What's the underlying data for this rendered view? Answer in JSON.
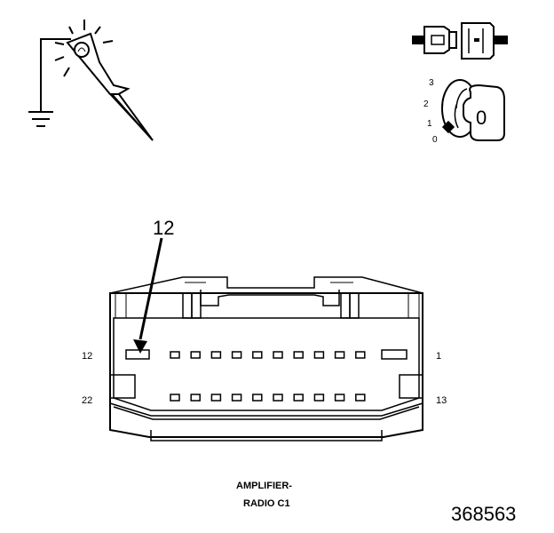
{
  "connector": {
    "callout": "12",
    "pin_left_top": "12",
    "pin_right_top": "1",
    "pin_left_bottom": "22",
    "pin_right_bottom": "13"
  },
  "caption": {
    "line1": "AMPLIFIER-",
    "line2": "RADIO C1"
  },
  "ignition": {
    "pos3": "3",
    "pos2": "2",
    "pos1": "1",
    "pos0": "0",
    "key_face": "0"
  },
  "figure_number": "368563"
}
